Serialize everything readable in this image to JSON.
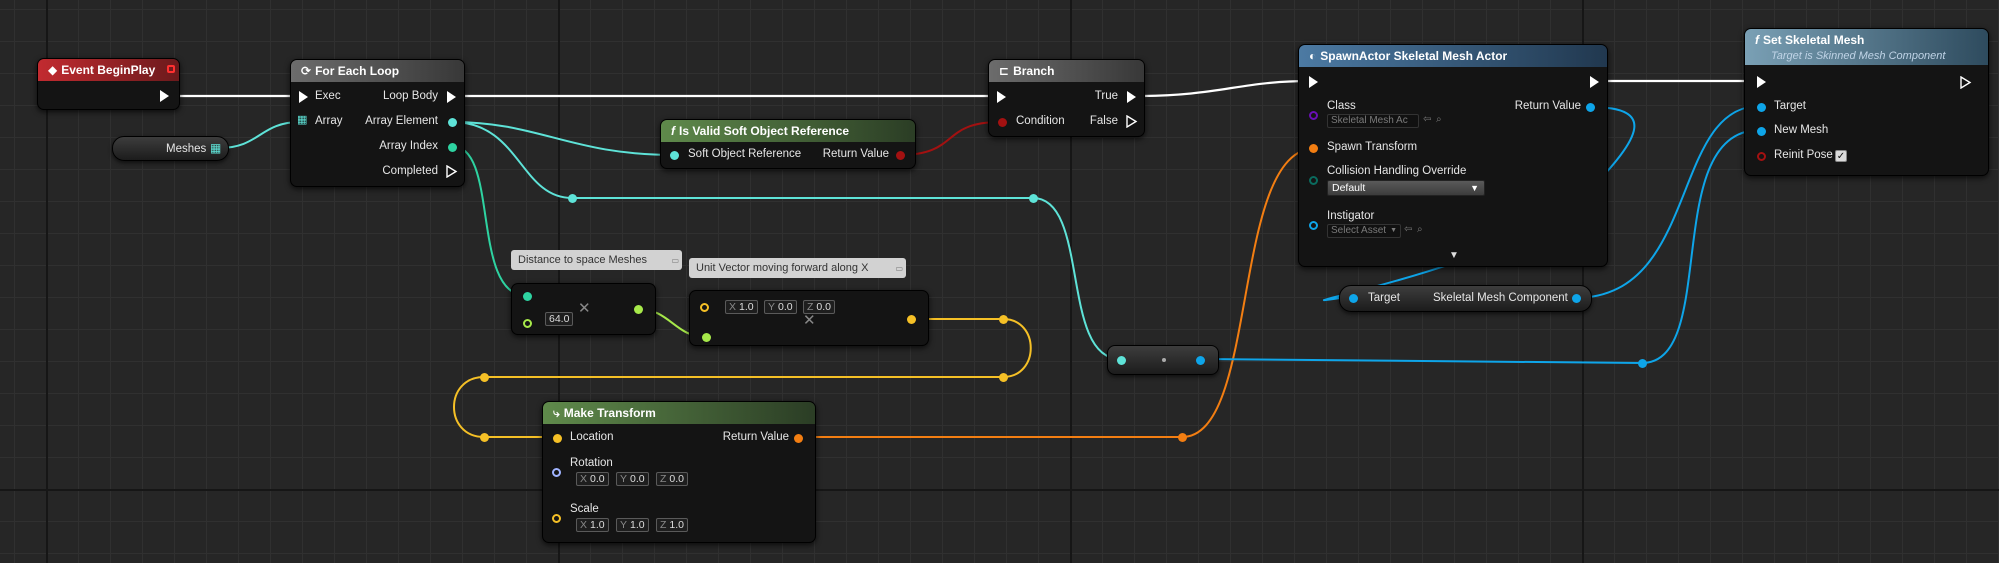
{
  "colors": {
    "exec": "#ffffff",
    "object": "#0ea5e9",
    "softobject": "#5ee3d8",
    "int": "#2ed3a1",
    "float": "#a7e94a",
    "vector": "#f5c026",
    "transform": "#f37e12",
    "bool": "#a31111",
    "class": "#6a0fb6",
    "enum": "#0a6b5e",
    "rotator": "#a0b4ff",
    "event_red": "#c22b30"
  },
  "nodes": {
    "event_begin_play": {
      "title": "Event BeginPlay"
    },
    "meshes_var": {
      "label": "Meshes"
    },
    "for_each_loop": {
      "title": "For Each Loop",
      "exec_in": "Exec",
      "array_in": "Array",
      "loop_body": "Loop Body",
      "array_element": "Array Element",
      "array_index": "Array Index",
      "completed": "Completed"
    },
    "is_valid": {
      "title": "Is Valid Soft Object Reference",
      "input": "Soft Object Reference",
      "output": "Return Value"
    },
    "branch": {
      "title": "Branch",
      "condition": "Condition",
      "true_out": "True",
      "false_out": "False"
    },
    "spawn_actor": {
      "title": "SpawnActor Skeletal Mesh Actor",
      "class_label": "Class",
      "class_value": "Skeletal Mesh Ac",
      "spawn_transform": "Spawn Transform",
      "collision_label": "Collision Handling Override",
      "collision_value": "Default",
      "instigator_label": "Instigator",
      "instigator_value": "Select Asset",
      "return_value": "Return Value"
    },
    "set_skeletal_mesh": {
      "title": "Set Skeletal Mesh",
      "subtitle": "Target is Skinned Mesh Component",
      "target": "Target",
      "new_mesh": "New Mesh",
      "reinit_pose": "Reinit Pose",
      "reinit_checked": "✓"
    },
    "skeletal_mesh_component": {
      "target": "Target",
      "output": "Skeletal Mesh Component"
    },
    "multiply_float": {
      "value": "64.0"
    },
    "multiply_vector": {
      "x": "1.0",
      "y": "0.0",
      "z": "0.0"
    },
    "make_transform": {
      "title": "Make Transform",
      "location": "Location",
      "rotation": "Rotation",
      "rot_x": "0.0",
      "rot_y": "0.0",
      "rot_z": "0.0",
      "scale": "Scale",
      "scale_x": "1.0",
      "scale_y": "1.0",
      "scale_z": "1.0",
      "return_value": "Return Value"
    }
  },
  "comments": {
    "distance": "Distance to space Meshes",
    "unit_vector": "Unit Vector moving forward along X"
  },
  "axis_labels": {
    "x": "X",
    "y": "Y",
    "z": "Z"
  }
}
